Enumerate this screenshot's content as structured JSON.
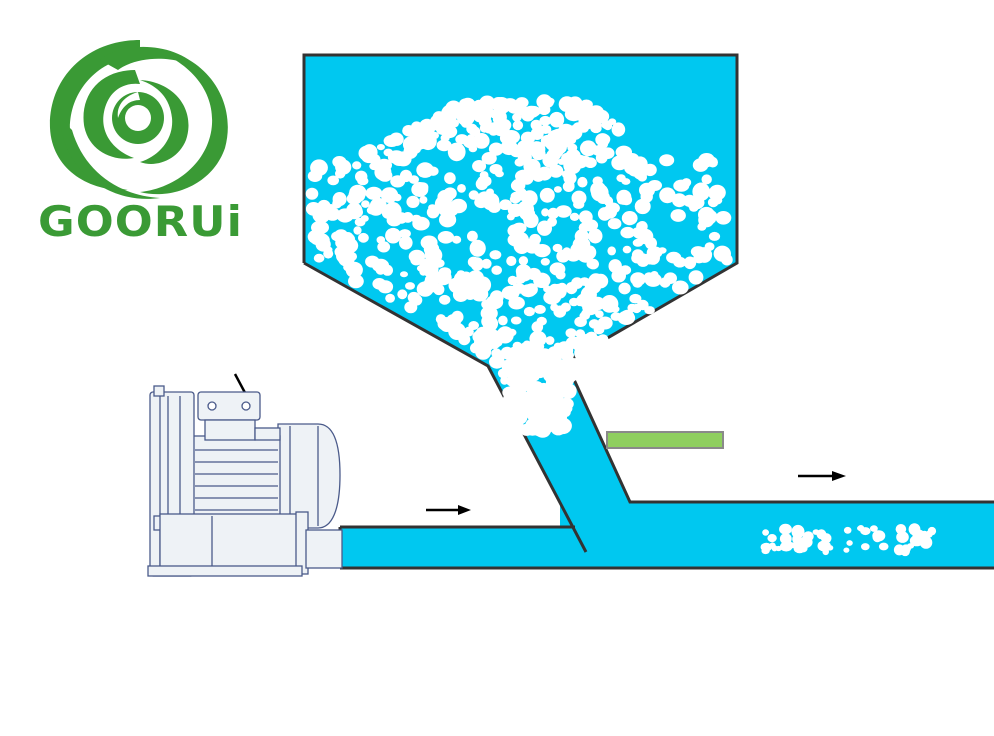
{
  "brand": {
    "name": "GOORUi",
    "logo_icon": "swirl-logo-icon",
    "color": "#3a9a35"
  },
  "colors": {
    "fluid": "#00c8f0",
    "outline": "#333333",
    "particle": "#ffffff",
    "valve_bar": "#8fcf5f",
    "machine_body": "#eef2f6",
    "machine_line": "#4a5a8a"
  },
  "diagram": {
    "components": [
      "side-channel-blower",
      "storage-hopper",
      "inlet-pipe",
      "outlet-pipe",
      "feed-chute",
      "valve-bar"
    ],
    "flow_arrows": [
      "inlet-air-arrow",
      "outlet-flow-arrow",
      "blower-intake-arrow"
    ]
  }
}
